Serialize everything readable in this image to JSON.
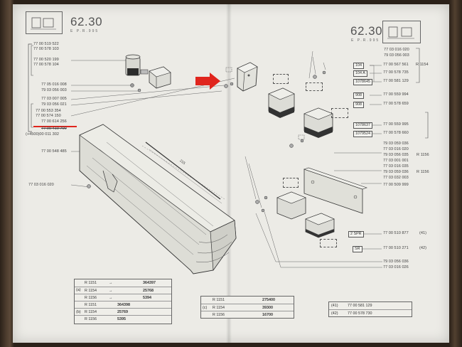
{
  "header_left": {
    "page_number": "62.30",
    "sub": "E  P.R.995"
  },
  "header_right": {
    "page_number": "62.30",
    "sub": "E  P.R.995"
  },
  "left_refs": {
    "group_top": [
      "77 00 519 522",
      "77 00 578 103",
      "77 00 520 199",
      "77 00 578 104"
    ],
    "mid": [
      "77 05 016 008",
      "79 03 056 003"
    ],
    "group_red": [
      "77 03 007 005",
      "79 03 056 021",
      "77 00 553 354",
      "77 00 574 150",
      "77 00 614 256"
    ],
    "strike": "77 00 410 700",
    "note": "(+4500)00 011 302",
    "part_548": "77 00 548 485",
    "bolt": "77 03 016 020"
  },
  "dimension_label": "215",
  "right_refs": {
    "top": [
      "77 03 016 020",
      "79 03 056 003"
    ],
    "cluster1": [
      "77 00 567 561",
      "77 00 578 735",
      "77 00 581 129"
    ],
    "cluster1_labels": [
      "104",
      "104 A",
      "1078645"
    ],
    "cluster1_note": "R 1154",
    "cluster2": [
      "77 00 559 994",
      "77 00 578 659"
    ],
    "cluster2_labels": [
      "908",
      "908"
    ],
    "cluster3": [
      "77 00 559 995",
      "77 00 578 660"
    ],
    "cluster3_labels": [
      "1078637",
      "1079524"
    ],
    "mid": [
      "79 03 059 036",
      "77 03 016 020",
      "79 03 056 035",
      "77 03 001 001",
      "77 03 016 035",
      "79 03 059 036",
      "77 03 032 003"
    ],
    "mid_notes": [
      "R 1156",
      "R 1156"
    ],
    "plate": "77 00 509 999",
    "relay1_label": "2 SPR",
    "relay1_ref": "77 00 510 877",
    "relay1_note": "(41)",
    "relay2_label": "SR",
    "relay2_ref": "77 00 510 271",
    "relay2_note": "(42)",
    "bottom": [
      "79 03 056 036",
      "77 03 016 026"
    ]
  },
  "serial_table_left": [
    {
      "model": "R 1151",
      "dir": "→",
      "n": "364397"
    },
    {
      "model": "R 1154",
      "dir": "→",
      "n": "25768"
    },
    {
      "model": "R 1156",
      "dir": "→",
      "n": "5394"
    },
    {
      "model": "R 1151",
      "dir": "",
      "n": "364398"
    },
    {
      "model": "R 1154",
      "dir": "",
      "n": "25769"
    },
    {
      "model": "R 1156",
      "dir": "",
      "n": "5395"
    }
  ],
  "serial_table_left_groups": [
    "(a)",
    "(b)"
  ],
  "serial_table_mid": [
    {
      "model": "R 1151",
      "n": "275400"
    },
    {
      "model": "R 1154",
      "n": "39300"
    },
    {
      "model": "R 1156",
      "n": "16700"
    }
  ],
  "serial_table_mid_group": "(c)",
  "serial_table_right": [
    {
      "k": "(41)",
      "v": "77 00 581 129"
    },
    {
      "k": "(42)",
      "v": "77 00 578 730"
    }
  ],
  "colors": {
    "accent_red": "#e0251d",
    "paper": "#ecebe6",
    "ink": "#444444"
  }
}
